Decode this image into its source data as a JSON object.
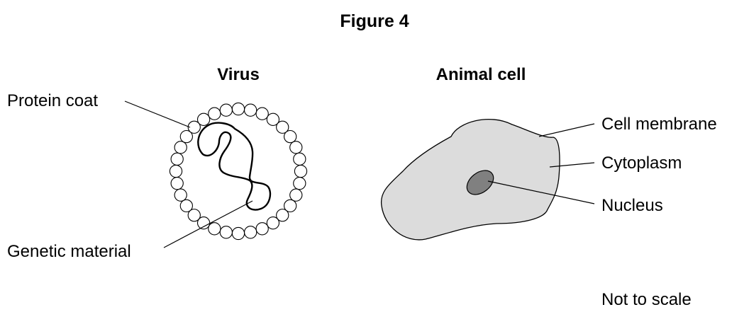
{
  "figure": {
    "title": "Figure 4",
    "note": "Not to scale"
  },
  "virus": {
    "heading": "Virus",
    "labels": {
      "protein_coat": "Protein coat",
      "genetic_material": "Genetic material"
    }
  },
  "animal_cell": {
    "heading": "Animal cell",
    "labels": {
      "cell_membrane": "Cell membrane",
      "cytoplasm": "Cytoplasm",
      "nucleus": "Nucleus"
    }
  },
  "colors": {
    "cytoplasm_fill": "#dcdcdc",
    "nucleus_fill": "#808080",
    "line": "#000000"
  }
}
